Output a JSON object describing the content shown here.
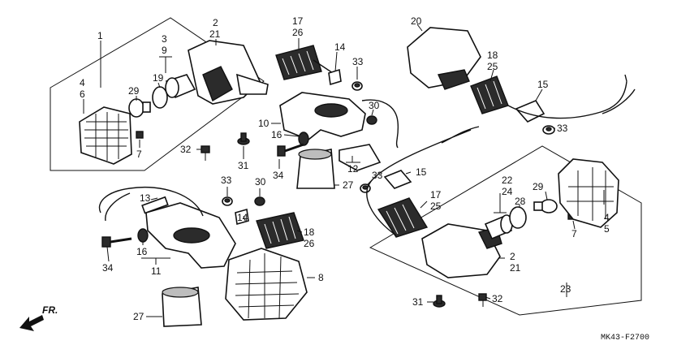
{
  "diagram": {
    "part_labels": {
      "l1": "1",
      "l2a": "2",
      "l21a": "21",
      "l3": "3",
      "l9": "9",
      "l19": "19",
      "l29a": "29",
      "l4a": "4",
      "l6": "6",
      "l7a": "7",
      "l32a": "32",
      "l31a": "31",
      "l17a": "17",
      "l26a": "26",
      "l14a": "14",
      "l33a": "33",
      "l10": "10",
      "l16a": "16",
      "l30a": "30",
      "l34a": "34",
      "l12": "12",
      "l27a": "27",
      "l20": "20",
      "l18a": "18",
      "l25a": "25",
      "l15a": "15",
      "l33b": "33",
      "l33c": "33",
      "l15b": "15",
      "l17b": "17",
      "l25b": "25",
      "l22": "22",
      "l24": "24",
      "l28": "28",
      "l29b": "29",
      "l4b": "4",
      "l5": "5",
      "l7b": "7",
      "l2b": "2",
      "l21b": "21",
      "l23": "23",
      "l31b": "31",
      "l32b": "32",
      "l13": "13",
      "l33d": "33",
      "l14b": "14",
      "l30b": "30",
      "l18b": "18",
      "l26b": "26",
      "l16b": "16",
      "l34b": "34",
      "l11": "11",
      "l8": "8",
      "l27b": "27"
    },
    "direction_label": "FR.",
    "diagram_code": "MK43-F2700"
  }
}
